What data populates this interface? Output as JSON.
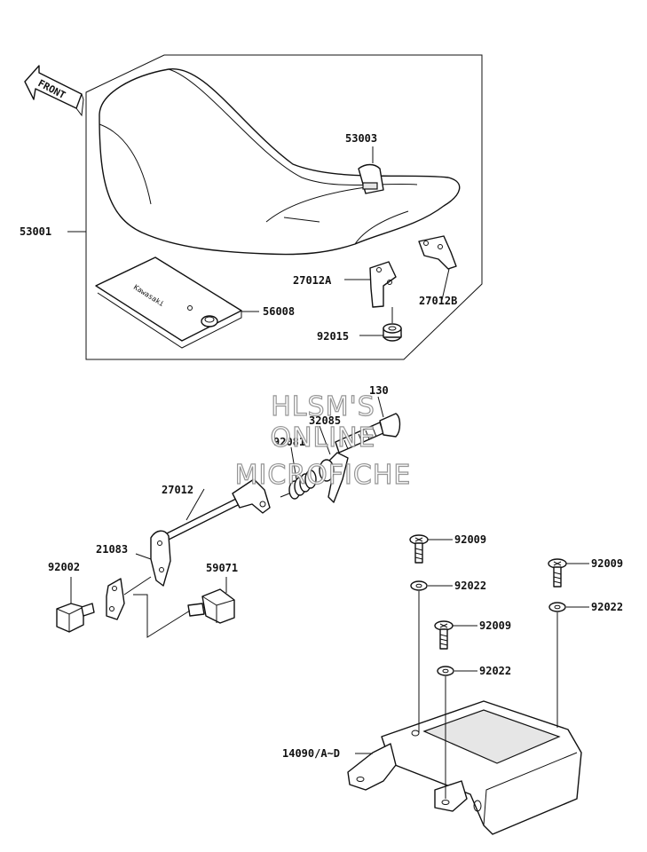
{
  "front_badge": "FRONT",
  "watermark": [
    "HLSM'S",
    "ONLINE",
    "MICROFICHE"
  ],
  "decal_text": "Kawasaki",
  "callouts": {
    "p53001": "53001",
    "p53003": "53003",
    "p27012A": "27012A",
    "p27012B": "27012B",
    "p56008": "56008",
    "p92015": "92015",
    "p130": "130",
    "p32085": "32085",
    "p92081": "92081",
    "p27012": "27012",
    "p21083": "21083",
    "p92002": "92002",
    "p59071": "59071",
    "p92009a": "92009",
    "p92022a": "92022",
    "p92009b": "92009",
    "p92022b": "92022",
    "p92009c": "92009",
    "p92022c": "92022",
    "p14090": "14090/A~D"
  }
}
